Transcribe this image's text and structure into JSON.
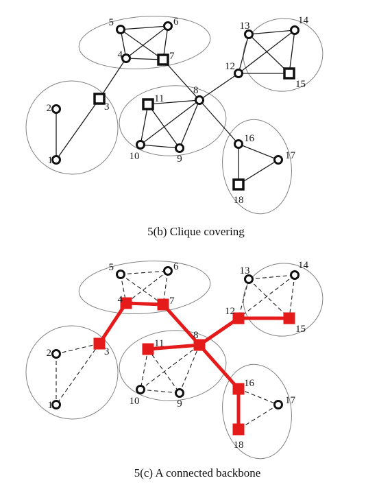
{
  "colors": {
    "edge": "#1a1a1a",
    "cluster_border": "#808080",
    "backbone": "#e51b1b",
    "node_fill": "#ffffff",
    "node_border": "#111111"
  },
  "panel_b": {
    "caption": "5(b) Clique covering",
    "nodes": [
      {
        "id": "1",
        "label": "1",
        "kind": "circle"
      },
      {
        "id": "2",
        "label": "2",
        "kind": "circle"
      },
      {
        "id": "3",
        "label": "3",
        "kind": "square"
      },
      {
        "id": "4",
        "label": "4",
        "kind": "circle"
      },
      {
        "id": "5",
        "label": "5",
        "kind": "circle"
      },
      {
        "id": "6",
        "label": "6",
        "kind": "circle"
      },
      {
        "id": "7",
        "label": "7",
        "kind": "square"
      },
      {
        "id": "8",
        "label": "8",
        "kind": "circle"
      },
      {
        "id": "9",
        "label": "9",
        "kind": "circle"
      },
      {
        "id": "10",
        "label": "10",
        "kind": "circle"
      },
      {
        "id": "11",
        "label": "11",
        "kind": "square"
      },
      {
        "id": "12",
        "label": "12",
        "kind": "circle"
      },
      {
        "id": "13",
        "label": "13",
        "kind": "circle"
      },
      {
        "id": "14",
        "label": "14",
        "kind": "circle"
      },
      {
        "id": "15",
        "label": "15",
        "kind": "square"
      },
      {
        "id": "16",
        "label": "16",
        "kind": "circle"
      },
      {
        "id": "17",
        "label": "17",
        "kind": "circle"
      },
      {
        "id": "18",
        "label": "18",
        "kind": "square"
      }
    ],
    "edges": [
      [
        "5",
        "6"
      ],
      [
        "5",
        "4"
      ],
      [
        "5",
        "7"
      ],
      [
        "6",
        "4"
      ],
      [
        "6",
        "7"
      ],
      [
        "4",
        "7"
      ],
      [
        "4",
        "3"
      ],
      [
        "7",
        "8"
      ],
      [
        "2",
        "1"
      ],
      [
        "3",
        "1"
      ],
      [
        "11",
        "8"
      ],
      [
        "11",
        "10"
      ],
      [
        "11",
        "9"
      ],
      [
        "10",
        "9"
      ],
      [
        "10",
        "8"
      ],
      [
        "9",
        "8"
      ],
      [
        "8",
        "12"
      ],
      [
        "8",
        "16"
      ],
      [
        "13",
        "14"
      ],
      [
        "13",
        "12"
      ],
      [
        "13",
        "15"
      ],
      [
        "14",
        "12"
      ],
      [
        "14",
        "15"
      ],
      [
        "12",
        "15"
      ],
      [
        "16",
        "17"
      ],
      [
        "16",
        "18"
      ],
      [
        "17",
        "18"
      ]
    ]
  },
  "panel_c": {
    "caption": "5(c) A connected backbone",
    "nodes": [
      {
        "id": "1",
        "label": "1",
        "kind": "circle"
      },
      {
        "id": "2",
        "label": "2",
        "kind": "circle"
      },
      {
        "id": "3",
        "label": "3",
        "kind": "red-square"
      },
      {
        "id": "4",
        "label": "4",
        "kind": "red-square"
      },
      {
        "id": "5",
        "label": "5",
        "kind": "circle"
      },
      {
        "id": "6",
        "label": "6",
        "kind": "circle"
      },
      {
        "id": "7",
        "label": "7",
        "kind": "red-square"
      },
      {
        "id": "8",
        "label": "8",
        "kind": "red-square"
      },
      {
        "id": "9",
        "label": "9",
        "kind": "circle"
      },
      {
        "id": "10",
        "label": "10",
        "kind": "circle"
      },
      {
        "id": "11",
        "label": "11",
        "kind": "red-square"
      },
      {
        "id": "12",
        "label": "12",
        "kind": "red-square"
      },
      {
        "id": "13",
        "label": "13",
        "kind": "circle"
      },
      {
        "id": "14",
        "label": "14",
        "kind": "circle"
      },
      {
        "id": "15",
        "label": "15",
        "kind": "red-square"
      },
      {
        "id": "16",
        "label": "16",
        "kind": "red-square"
      },
      {
        "id": "17",
        "label": "17",
        "kind": "circle"
      },
      {
        "id": "18",
        "label": "18",
        "kind": "red-square"
      }
    ],
    "backbone_edges": [
      [
        "3",
        "4"
      ],
      [
        "4",
        "7"
      ],
      [
        "7",
        "8"
      ],
      [
        "8",
        "11"
      ],
      [
        "8",
        "12"
      ],
      [
        "12",
        "15"
      ],
      [
        "8",
        "16"
      ],
      [
        "16",
        "18"
      ]
    ],
    "dashed_edges": [
      [
        "5",
        "6"
      ],
      [
        "5",
        "4"
      ],
      [
        "5",
        "7"
      ],
      [
        "6",
        "4"
      ],
      [
        "6",
        "7"
      ],
      [
        "3",
        "2"
      ],
      [
        "3",
        "1"
      ],
      [
        "2",
        "1"
      ],
      [
        "11",
        "10"
      ],
      [
        "11",
        "9"
      ],
      [
        "10",
        "9"
      ],
      [
        "10",
        "8"
      ],
      [
        "9",
        "8"
      ],
      [
        "13",
        "14"
      ],
      [
        "13",
        "12"
      ],
      [
        "13",
        "15"
      ],
      [
        "14",
        "12"
      ],
      [
        "14",
        "15"
      ],
      [
        "16",
        "17"
      ],
      [
        "17",
        "18"
      ]
    ]
  }
}
